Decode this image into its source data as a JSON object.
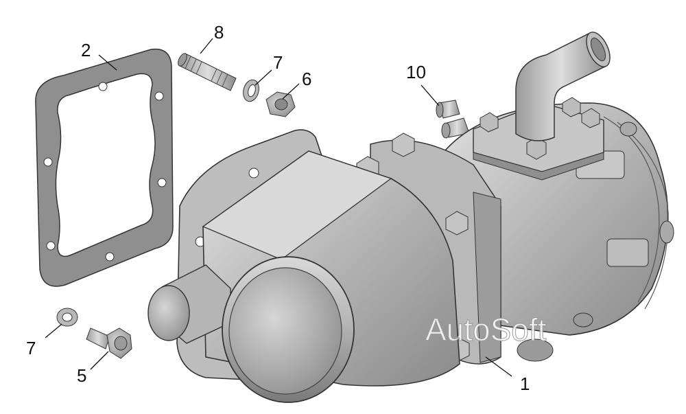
{
  "callouts": {
    "c1": "1",
    "c2": "2",
    "c5": "5",
    "c6": "6",
    "c7_top": "7",
    "c7_bottom": "7",
    "c8": "8",
    "c10": "10"
  },
  "watermark": "AutoSoft",
  "colors": {
    "metal_light": "#d2d2d2",
    "metal_mid": "#a9a9a9",
    "metal_dark": "#7c7c7c",
    "outline": "#3a3a3a"
  }
}
